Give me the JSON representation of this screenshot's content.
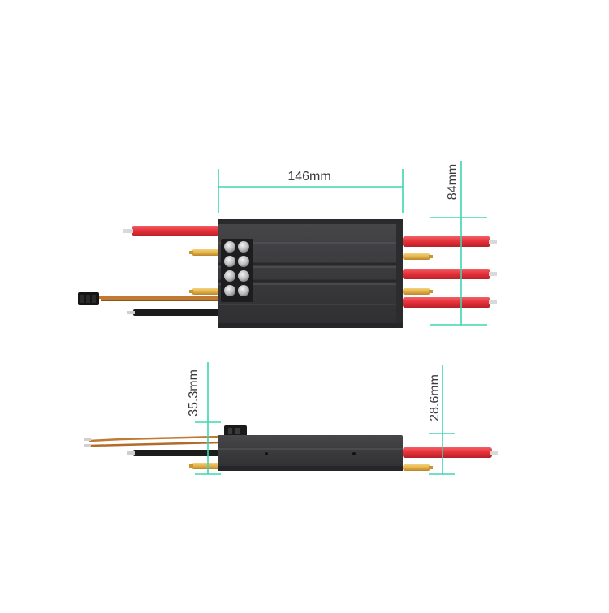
{
  "dimensions": {
    "length": "146mm",
    "width": "84mm",
    "height_total": "35.3mm",
    "height_body": "28.6mm"
  },
  "colors": {
    "dimension_line": "#3ed6b0",
    "housing": "#3b3b3e",
    "housing_dark": "#2b2b2d",
    "power_wire": "#e8323a",
    "black_wire": "#1c1c1c",
    "signal_wire": "#b8702e",
    "connector": "#e4b24a"
  }
}
